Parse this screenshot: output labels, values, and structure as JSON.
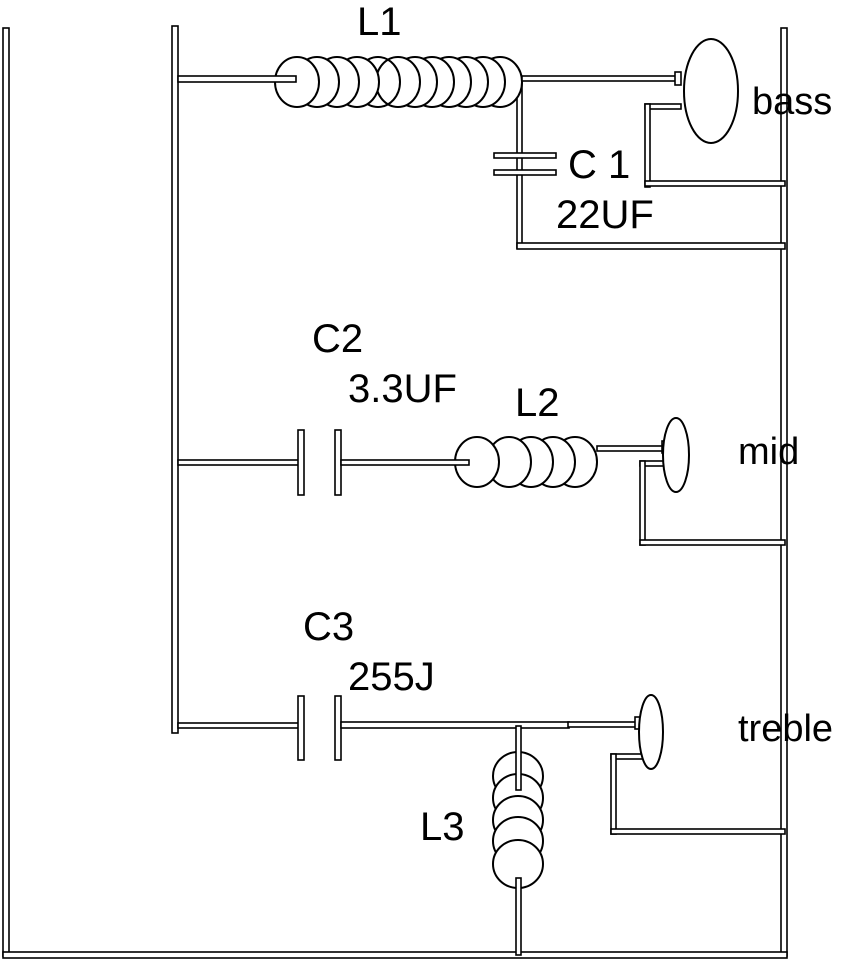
{
  "title": "Three-way speaker crossover circuit",
  "bass": {
    "inductor": "L1",
    "capacitor": "C 1",
    "capacitor_value": "22UF",
    "speaker": "bass"
  },
  "mid": {
    "capacitor": "C2",
    "capacitor_value": "3.3UF",
    "inductor": "L2",
    "speaker": "mid"
  },
  "treble": {
    "capacitor": "C3",
    "capacitor_value": "255J",
    "inductor": "L3",
    "speaker": "treble"
  }
}
